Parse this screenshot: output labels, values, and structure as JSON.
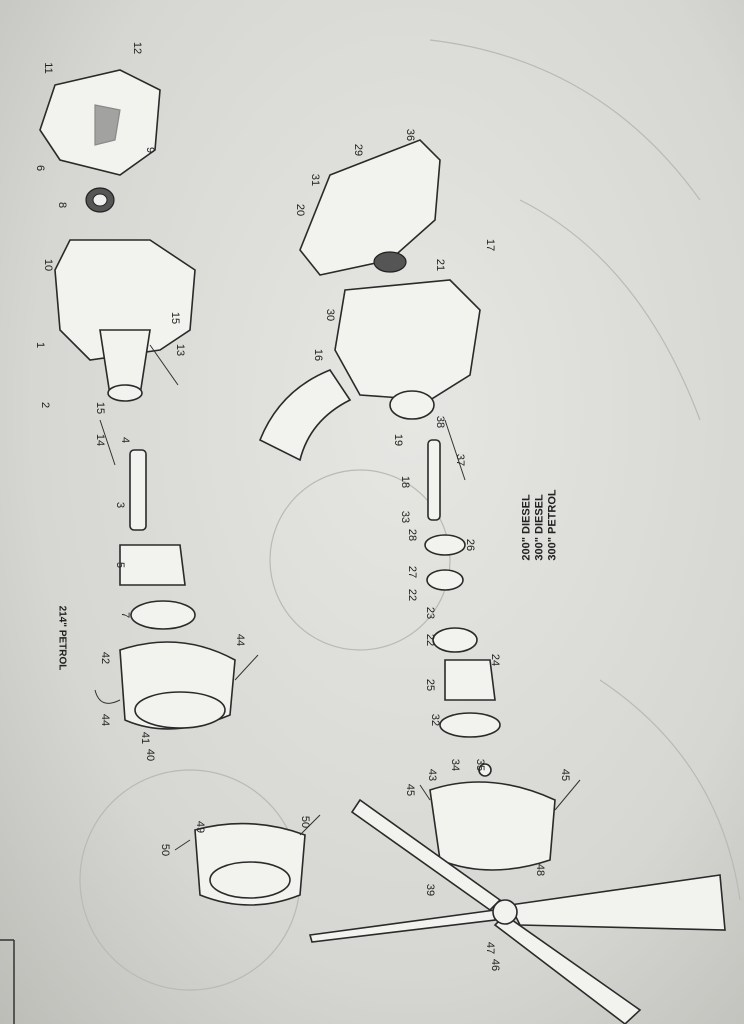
{
  "diagram": {
    "variant_label_left": "214\" PETROL",
    "variant_labels_right": [
      "200\" DIESEL",
      "300\" DIESEL",
      "300\" PETROL"
    ],
    "part_numbers": [
      "11",
      "12",
      "6",
      "9",
      "8",
      "10",
      "1",
      "15",
      "13",
      "2",
      "15",
      "14",
      "4",
      "3",
      "5",
      "7",
      "42",
      "44",
      "44",
      "41",
      "40",
      "36",
      "29",
      "31",
      "20",
      "17",
      "21",
      "30",
      "16",
      "19",
      "38",
      "37",
      "18",
      "33",
      "28",
      "26",
      "27",
      "22",
      "23",
      "22",
      "24",
      "25",
      "32",
      "34",
      "35",
      "43",
      "45",
      "45",
      "48",
      "39",
      "47",
      "46",
      "50",
      "49",
      "50"
    ]
  }
}
